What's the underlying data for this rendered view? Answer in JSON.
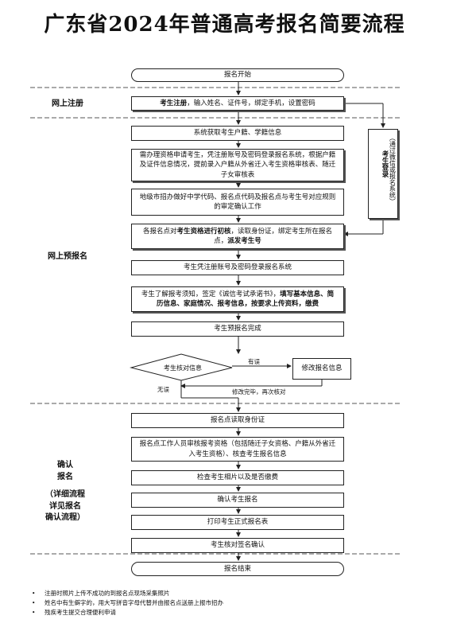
{
  "title": "广东省2024年普通高考报名简要流程",
  "sections": {
    "online_register": "网上注册",
    "online_apply": "网上预报名",
    "confirm_l1": "确认",
    "confirm_l2": "报名",
    "confirm_l3": "（详细流程",
    "confirm_l4": "详见报名",
    "confirm_l5": "确认流程）"
  },
  "steps": {
    "start": "报名开始",
    "register_bold": "考生注册",
    "register_rest": "，输入姓名、证件号，绑定手机，设置密码",
    "get_info": "系统获取考生户籍、学籍信息",
    "apply_qual": "需办理资格申请考生，凭注册账号及密码登录报名系统，根据户籍及证件信息情况，提前录入户籍从外省迁入考生资格审核表、随迁子女审核表",
    "city_code": "地级市招办做好中学代码、报名点代码及报名点与考生号对应规则的审定确认工作",
    "site_p1": "各报名点对",
    "site_b1": "考生资格进行初核",
    "site_p2": "，读取身份证，绑定考生所在报名点，",
    "site_b2": "派发考生号",
    "login": "考生凭注册账号及密码登录报名系统",
    "fill_p1": "考生了解报考须知，签定《诚信考试承诺书》，",
    "fill_b1": "填写基本信息、简历信息、家庭情况、报考信息，按要求上传资料，缴费",
    "done": "考生预报名完成",
    "verify": "考生核对信息",
    "error": "有误",
    "modify": "修改报名信息",
    "no_error": "无误",
    "verify_again": "修改完毕，再次核对",
    "read_id": "报名点读取身份证",
    "review": "报名点工作人员审核报考资格（包括随迁子女资格、户籍从外省迁入考生资格）、核查考生报名信息",
    "check_photo": "检查考生相片以及是否缴费",
    "confirm": "确认考生报名",
    "print": "打印考生正式报名表",
    "sign": "考生核对签名确认",
    "end": "报名结束"
  },
  "side": {
    "bold": "考生登录",
    "note": "（通过微信或报名系统）"
  },
  "notes": [
    "注册时照片上传不成功的到报名点现场采集照片",
    "姓名中有生僻字的，用大写拼音字母代替并由报名点送册上报市招办",
    "残疾考生提交合理便利申请"
  ]
}
